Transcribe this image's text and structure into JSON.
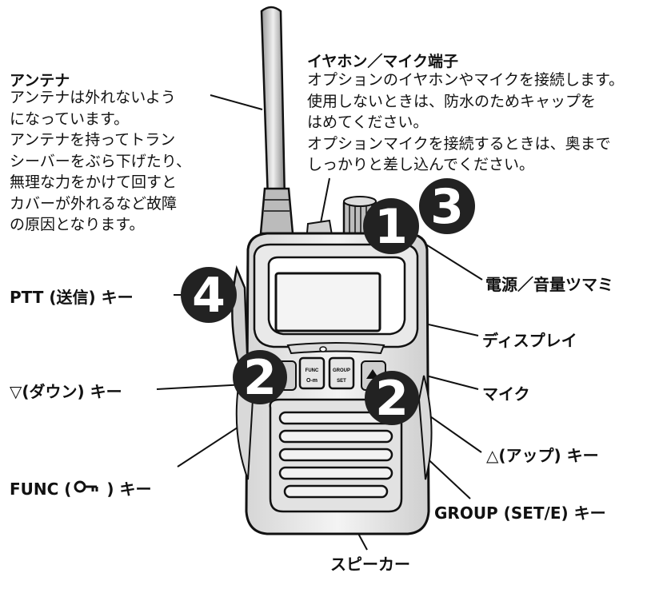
{
  "antenna": {
    "heading": "アンテナ",
    "body": [
      "アンテナは外れないよう",
      "になっています。",
      "アンテナを持ってトラン",
      "シーバーをぶら下げたり、",
      "無理な力をかけて回すと",
      "カバーが外れるなど故障",
      "の原因となります。"
    ]
  },
  "earphone_jack": {
    "heading": "イヤホン／マイク端子",
    "body": [
      "オプションのイヤホンやマイクを接続します。",
      "使用しないときは、防水のためキャップを",
      "はめてください。",
      "オプションマイクを接続するときは、奥まで",
      "しっかりと差し込んでください。"
    ]
  },
  "labels": {
    "power_volume": "電源／音量ツマミ",
    "display": "ディスプレイ",
    "mic": "マイク",
    "up_key": "△(アップ) キー",
    "group_key": "GROUP (SET/E) キー",
    "speaker": "スピーカー",
    "func_key_a": "FUNC (",
    "func_key_b": ") キー",
    "down_key": "▽(ダウン) キー",
    "ptt_key": "PTT (送信) キー"
  },
  "device_buttons": {
    "func": [
      "FUNC",
      "O-m"
    ],
    "group": [
      "GROUP",
      "SET"
    ]
  },
  "badges": [
    "1",
    "2",
    "3",
    "4",
    "2"
  ],
  "colors": {
    "ink": "#111111",
    "badge": "#222222",
    "paper": "#ffffff"
  }
}
